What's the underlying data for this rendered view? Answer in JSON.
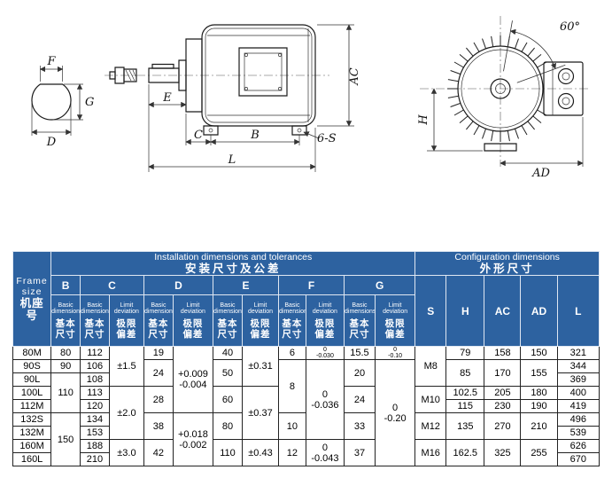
{
  "drawings": {
    "labels": {
      "f": "F",
      "g": "G",
      "d": "D",
      "e": "E",
      "c": "C",
      "b": "B",
      "l": "L",
      "ac": "AC",
      "six_s": "6-S",
      "angle": "60°",
      "h": "H",
      "ad": "AD"
    }
  },
  "table": {
    "header": {
      "frame_en": "Frame\nsize",
      "frame_zh": "机座\n号",
      "install_en": "Installation dimensions and tolerances",
      "install_zh": "安装尺寸及公差",
      "config_en": "Configuration dimensions",
      "config_zh": "外形尺寸",
      "col_b": "B",
      "col_c": "C",
      "col_d": "D",
      "col_e": "E",
      "col_f": "F",
      "col_g": "G",
      "col_s": "S",
      "col_h": "H",
      "col_ac": "AC",
      "col_ad": "AD",
      "col_l": "L",
      "basic_en": "Basic\ndimensions",
      "basic_zh": "基本\n尺寸",
      "limit_en": "Limit\ndeviation",
      "limit_zh": "极限\n偏差"
    },
    "rows": {
      "r80M": {
        "frame": "80M",
        "b": "80",
        "c": "112",
        "cdev": "±1.5",
        "d": "19",
        "ddev": "+0.009\n-0.004",
        "e": "40",
        "edev": "±0.31",
        "f": "6",
        "fdev": "0\n-0.030",
        "g": "15.5",
        "gdev": "0\n-0.10",
        "s": "M8",
        "h": "79",
        "ac": "158",
        "ad": "150",
        "l": "321"
      },
      "r90S": {
        "frame": "90S",
        "b": "90",
        "c": "106",
        "d": "24",
        "e": "50",
        "f": "8",
        "fdev": "0\n-0.036",
        "g": "20",
        "gdev": "0\n-0.20",
        "h": "85",
        "ac": "170",
        "ad": "155",
        "l": "344"
      },
      "r90L": {
        "frame": "90L",
        "b": "110",
        "c": "108",
        "l": "369"
      },
      "r100L": {
        "frame": "100L",
        "c": "113",
        "cdev": "±2.0",
        "d": "28",
        "e": "60",
        "edev": "±0.37",
        "g": "24",
        "s": "M10",
        "h": "102.5",
        "ac": "205",
        "ad": "180",
        "l": "400"
      },
      "r112M": {
        "frame": "112M",
        "c": "120",
        "h": "115",
        "ac": "230",
        "ad": "190",
        "l": "419"
      },
      "r132S": {
        "frame": "132S",
        "b": "150",
        "c": "134",
        "d": "38",
        "ddev": "+0.018\n-0.002",
        "e": "80",
        "f": "10",
        "g": "33",
        "s": "M12",
        "h": "135",
        "ac": "270",
        "ad": "210",
        "l": "496"
      },
      "r132M": {
        "frame": "132M",
        "c": "153",
        "l": "539"
      },
      "r160M": {
        "frame": "160M",
        "c": "188",
        "cdev": "±3.0",
        "d": "42",
        "e": "110",
        "edev": "±0.43",
        "f": "12",
        "fdev": "0\n-0.043",
        "g": "37",
        "s": "M16",
        "h": "162.5",
        "ac": "325",
        "ad": "255",
        "l": "626"
      },
      "r160L": {
        "frame": "160L",
        "c": "210",
        "l": "670"
      }
    }
  }
}
